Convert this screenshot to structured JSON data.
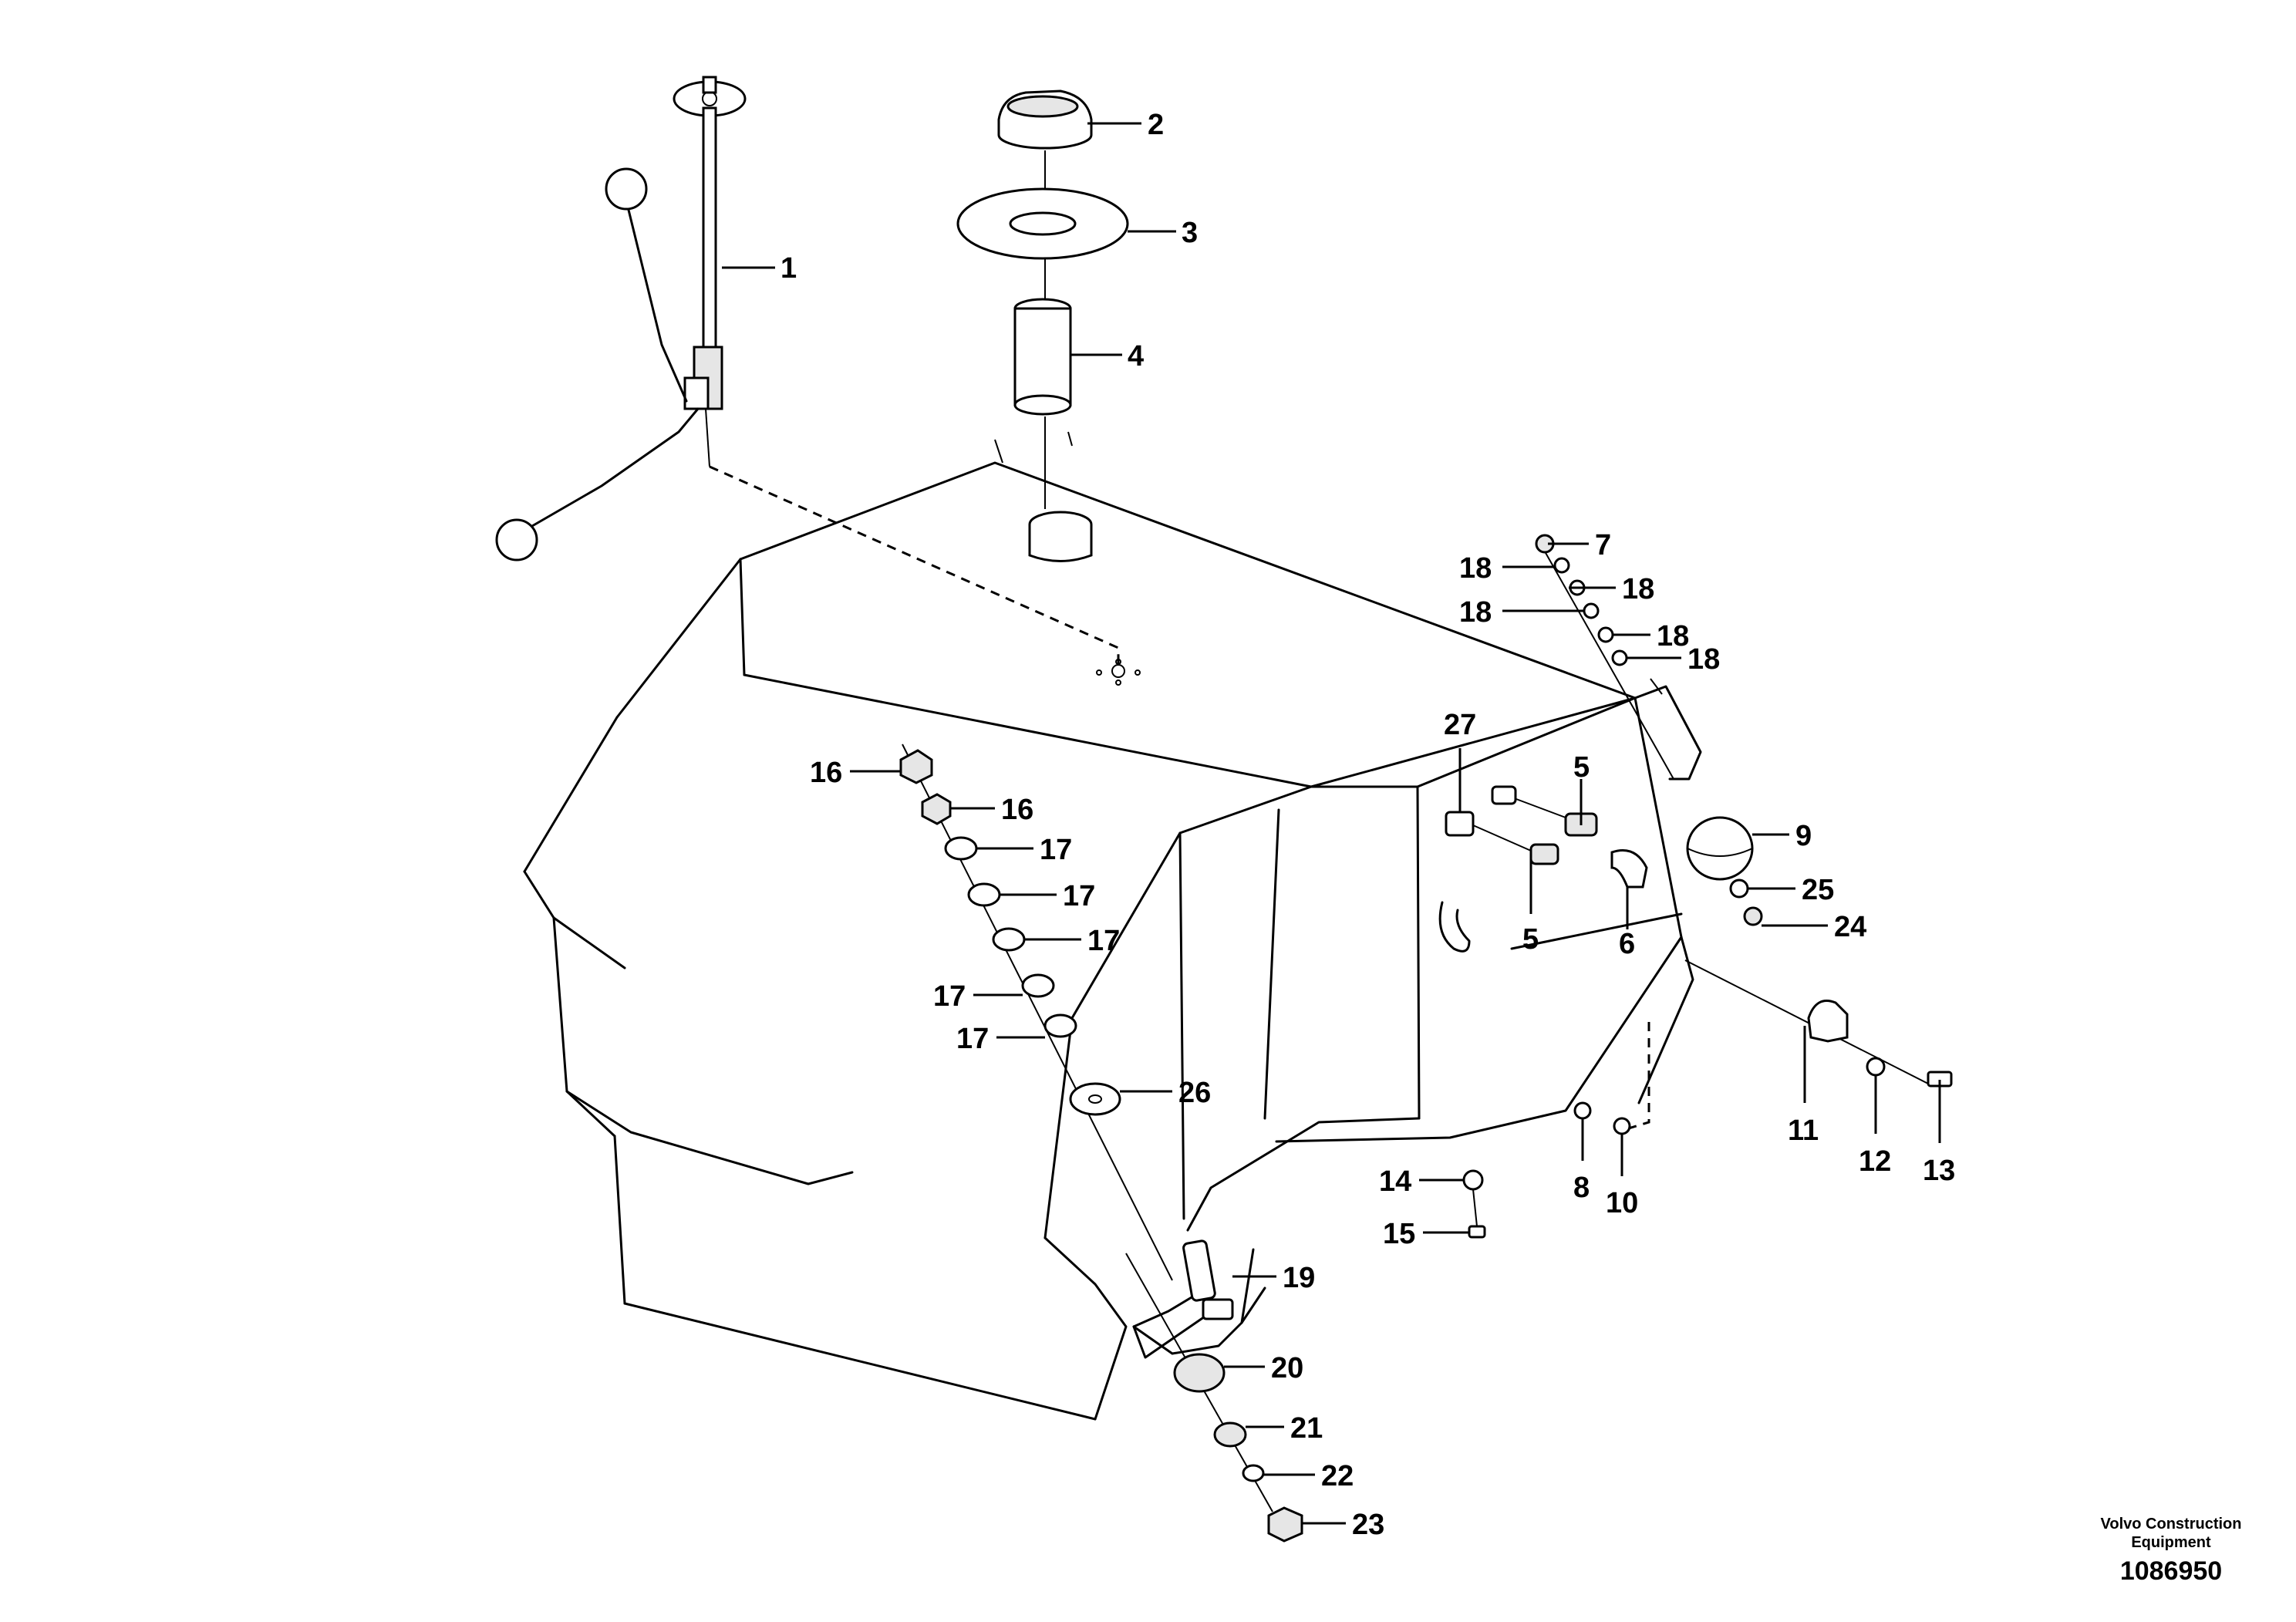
{
  "parts": {
    "p1": "1",
    "p2": "2",
    "p3": "3",
    "p4": "4",
    "p5a": "5",
    "p5b": "5",
    "p6": "6",
    "p7": "7",
    "p8": "8",
    "p9": "9",
    "p10": "10",
    "p11": "11",
    "p12": "12",
    "p13": "13",
    "p14": "14",
    "p15": "15",
    "p16a": "16",
    "p16b": "16",
    "p17a": "17",
    "p17b": "17",
    "p17c": "17",
    "p17d": "17",
    "p17e": "17",
    "p18a": "18",
    "p18b": "18",
    "p18c": "18",
    "p18d": "18",
    "p18e": "18",
    "p19": "19",
    "p20": "20",
    "p21": "21",
    "p22": "22",
    "p23": "23",
    "p24": "24",
    "p25": "25",
    "p26": "26",
    "p27": "27"
  },
  "footer": {
    "brand_line1": "Volvo Construction",
    "brand_line2": "Equipment",
    "doc_number": "1086950"
  }
}
